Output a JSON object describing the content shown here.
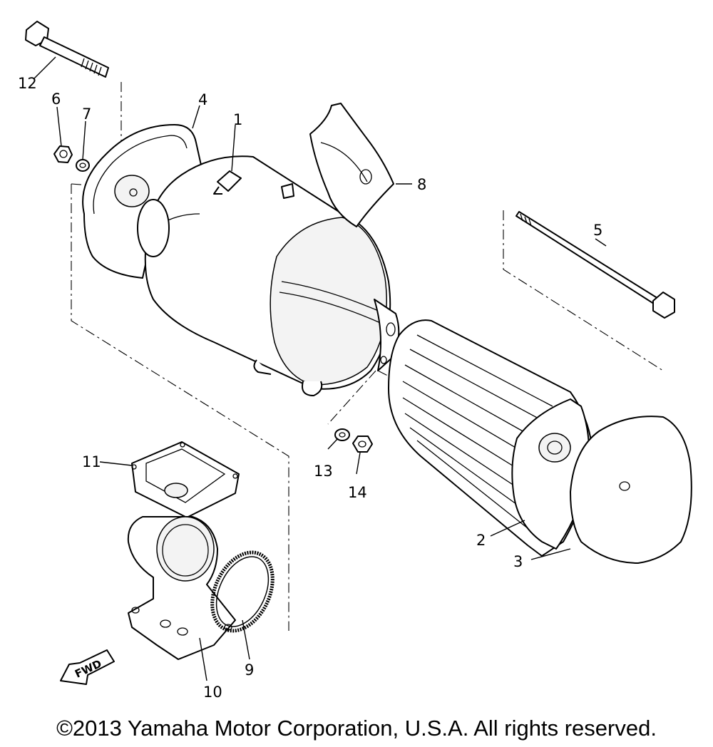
{
  "callouts": {
    "c1": "1",
    "c2": "2",
    "c3": "3",
    "c4": "4",
    "c5": "5",
    "c6": "6",
    "c7": "7",
    "c8": "8",
    "c9": "9",
    "c10": "10",
    "c11": "11",
    "c12": "12",
    "c13": "13",
    "c14": "14"
  },
  "fwd_label": "FWD",
  "copyright": "©2013 Yamaha Motor Corporation, U.S.A. All rights reserved."
}
